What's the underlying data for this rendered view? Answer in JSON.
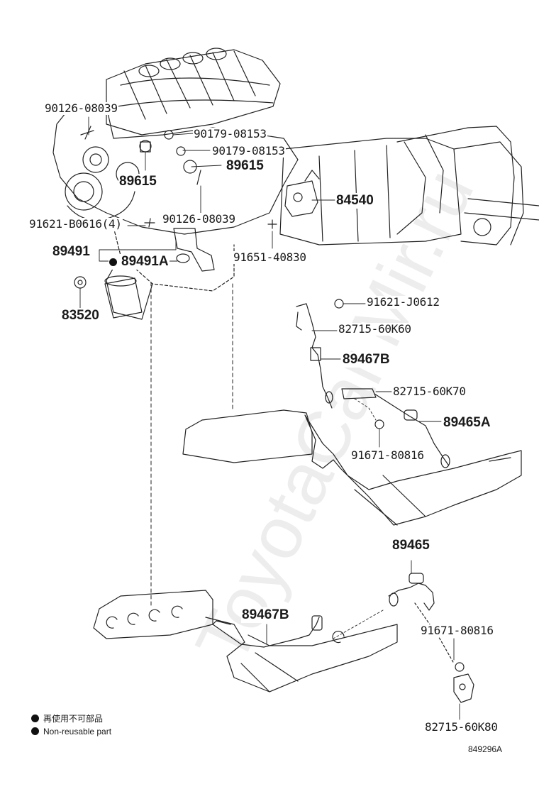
{
  "labels": [
    {
      "text": "90126-08039",
      "big": false
    },
    {
      "text": "90179-08153",
      "big": false
    },
    {
      "text": "90179-08153",
      "big": false
    },
    {
      "text": "89615",
      "big": true
    },
    {
      "text": "89615",
      "big": true
    },
    {
      "text": "84540",
      "big": true
    },
    {
      "text": "91621-B0616(4)",
      "big": false
    },
    {
      "text": "90126-08039",
      "big": false
    },
    {
      "text": "89491",
      "big": true
    },
    {
      "text": "89491A",
      "big": true
    },
    {
      "text": "91651-40830",
      "big": false
    },
    {
      "text": "83520",
      "big": true
    },
    {
      "text": "91621-J0612",
      "big": false
    },
    {
      "text": "82715-60K60",
      "big": false
    },
    {
      "text": "89467B",
      "big": true
    },
    {
      "text": "82715-60K70",
      "big": false
    },
    {
      "text": "89465A",
      "big": true
    },
    {
      "text": "91671-80816",
      "big": false
    },
    {
      "text": "89465",
      "big": true
    },
    {
      "text": "89467B",
      "big": true
    },
    {
      "text": "91671-80816",
      "big": false
    },
    {
      "text": "82715-60K80",
      "big": false
    }
  ],
  "legend": {
    "line1": "再使用不可部品",
    "line2": "Non-reusable part"
  },
  "figure_number": "849296A",
  "watermark": "ToyotaCar.Mir.ru",
  "colors": {
    "line": "#222222",
    "text": "#1a1a1a"
  }
}
